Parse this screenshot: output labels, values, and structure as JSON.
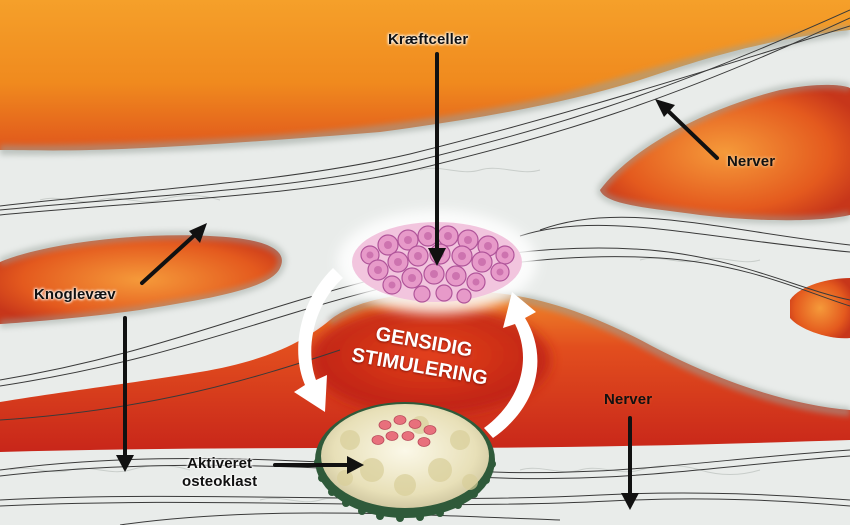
{
  "labels": {
    "cancer_cells": "Kræftceller",
    "nerves_top": "Nerver",
    "bone_tissue": "Knoglevæv",
    "nerves_bottom": "Nerver",
    "activated_osteoclast_line1": "Aktiveret",
    "activated_osteoclast_line2": "osteoklast"
  },
  "center_text": {
    "line1": "GENSIDIG",
    "line2": "STIMULERING"
  },
  "colors": {
    "marrow_orange": "#f08a1e",
    "marrow_red": "#d8331a",
    "bone_white": "#ecefec",
    "bone_grey_edge": "#9aa39c",
    "cancer_pink": "#e79ac9",
    "osteoclast_cream": "#efe9c8",
    "osteoclast_green": "#2f5a3a",
    "arrow_black": "#111111",
    "arrow_white": "#ffffff"
  }
}
